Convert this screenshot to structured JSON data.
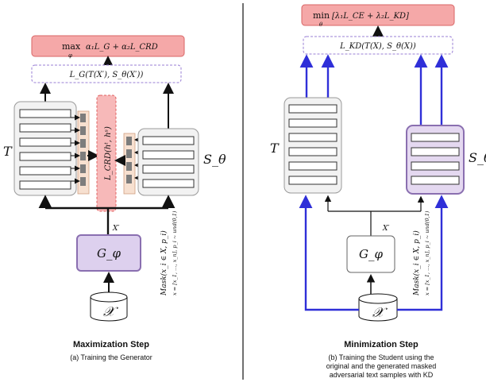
{
  "left_panel": {
    "objective": "max_φ α₁L_G + α₂L_CRD",
    "objective_op": "max",
    "objective_sub": "φ",
    "objective_expr": "α₁L_G + α₂L_CRD",
    "loss_box": "L_G(T(X′), S_θ(X′))",
    "crd_label": "L_CRD(hᵗ, hˢ)",
    "teacher_label": "T",
    "student_label": "S_θ",
    "generator_label": "G_φ",
    "xprime_label": "X′",
    "mask_label_1": "Mask(x_i ∈ X, p_i)",
    "mask_label_2": "x = [x_1, …, x_n], p_i ~ und(0,1)",
    "dataset_label": "𝒳",
    "caption_title": "Maximization Step",
    "caption_sub": "(a) Training the Generator"
  },
  "right_panel": {
    "objective": "min_θ [λ₁L_CE + λ₂L_KD]",
    "objective_op": "min",
    "objective_sub": "θ",
    "objective_expr": "[λ₁L_CE + λ₂L_KD]",
    "loss_box": "L_KD(T(X), S_θ(X))",
    "teacher_label": "T",
    "student_label": "S_θ",
    "generator_label": "G_φ",
    "xprime_label": "X′",
    "mask_label_1": "Mask(x_i ∈ X, p_i)",
    "mask_label_2": "x = [x_1, …, x_n], p_i ~ und(0,1)",
    "dataset_label": "𝒳",
    "caption_title": "Minimization Step",
    "caption_sub_1": "(b) Training the Student using the",
    "caption_sub_2": "original and the generated masked",
    "caption_sub_3": "adversarial text samples with KD"
  },
  "colors": {
    "objective_fill": "#f5a8a8",
    "objective_stroke": "#d96666",
    "loss_box_stroke": "#9a7fd6",
    "generator_fill_active": "#ddd0ee",
    "generator_stroke": "#8a6fb0",
    "crd_fill": "#f7b9b9",
    "crd_stroke": "#e06060",
    "student_active_fill": "#e4d8f0",
    "blue_arrow": "#2f2fd8",
    "adapter_fill": "#f7e0d0",
    "gray_block": "#7d7d7d"
  }
}
